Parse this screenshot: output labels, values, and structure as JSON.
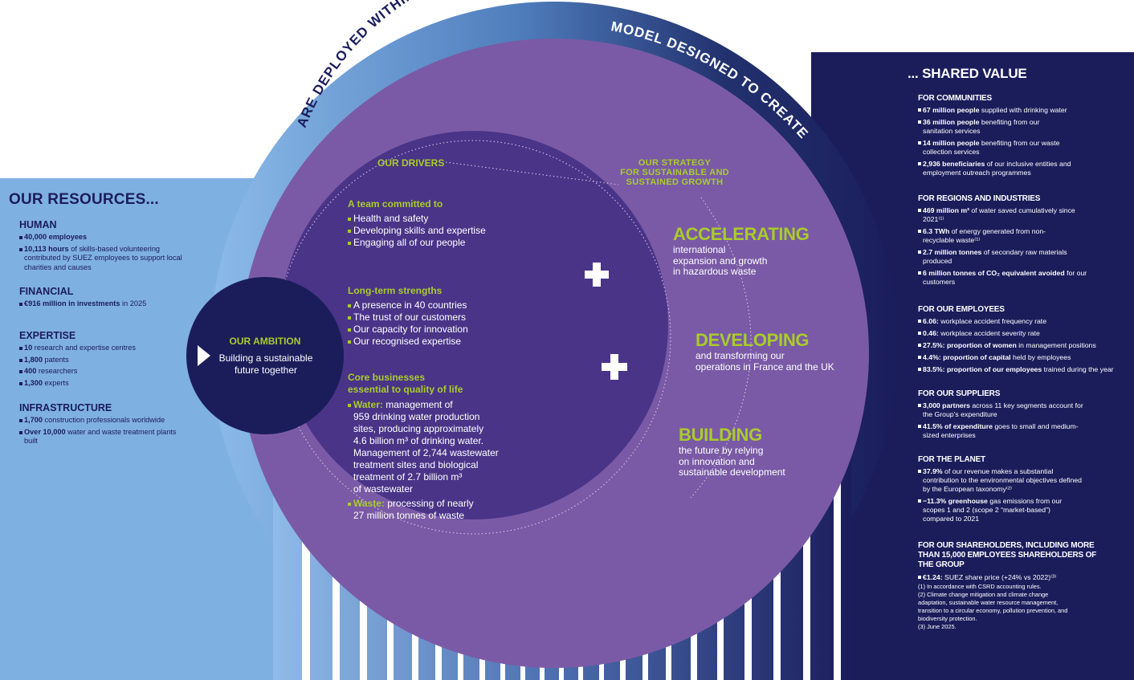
{
  "colors": {
    "light_blue": "#7fb0e2",
    "navy": "#1b1d5b",
    "purple_outer": "#7a5aa6",
    "purple_inner": "#4a3488",
    "lime": "#a9cc2a"
  },
  "arc_text": {
    "left": "ARE DEPLOYED WITHIN A...",
    "right": "MODEL DESIGNED TO CREATE..."
  },
  "resources": {
    "title": "OUR RESOURCES...",
    "human": {
      "title": "HUMAN",
      "items": [
        {
          "bold": "40,000 employees",
          "text": ""
        },
        {
          "bold": "10,113 hours",
          "text": " of skills-based volunteering contributed by SUEZ employees to support local charities and causes"
        }
      ]
    },
    "financial": {
      "title": "FINANCIAL",
      "items": [
        {
          "bold": "€916 million in investments",
          "text": " in 2025"
        }
      ]
    },
    "expertise": {
      "title": "EXPERTISE",
      "items": [
        {
          "bold": "10",
          "text": " research and expertise centres"
        },
        {
          "bold": "1,800",
          "text": " patents"
        },
        {
          "bold": "400",
          "text": " researchers"
        },
        {
          "bold": "1,300",
          "text": " experts"
        }
      ]
    },
    "infrastructure": {
      "title": "INFRASTRUCTURE",
      "items": [
        {
          "bold": "1,700",
          "text": " construction professionals worldwide"
        },
        {
          "bold": "Over 10,000",
          "text": " water and waste treatment plants built"
        }
      ]
    }
  },
  "ambition": {
    "title": "OUR AMBITION",
    "text": "Building a sustainable future together"
  },
  "drivers": {
    "title": "OUR DRIVERS",
    "team": {
      "heading": "A team committed to",
      "items": [
        "Health and safety",
        "Developing skills and expertise",
        "Engaging all of our people"
      ]
    },
    "strengths": {
      "heading": "Long-term strengths",
      "items": [
        "A presence in 40 countries",
        "The trust of our customers",
        "Our capacity for innovation",
        "Our recognised expertise"
      ]
    },
    "core": {
      "heading_line1": "Core businesses",
      "heading_line2": "essential to quality of life",
      "water_label": "Water:",
      "water_text_1": " management of",
      "water_lines": [
        "959 drinking water production",
        "sites, producing approximately",
        "4.6 billion m³ of drinking water.",
        "Management of 2,744 wastewater",
        "treatment sites and biological",
        "treatment of 2.7 billion m³",
        "of wastewater"
      ],
      "waste_label": "Waste:",
      "waste_text_1": " processing of nearly",
      "waste_lines": [
        "27 million tonnes of waste"
      ]
    }
  },
  "strategy": {
    "title_lines": [
      "OUR STRATEGY",
      "FOR SUSTAINABLE AND",
      "SUSTAINED GROWTH"
    ],
    "accelerating": {
      "title": "ACCELERATING",
      "lines": [
        "international",
        "expansion and growth",
        "in hazardous waste"
      ]
    },
    "developing": {
      "title": "DEVELOPING",
      "lines": [
        "and transforming our",
        "operations in France and the UK"
      ]
    },
    "building": {
      "title": "BUILDING",
      "lines": [
        "the future by relying",
        "on innovation and",
        "sustainable development"
      ]
    }
  },
  "shared_value": {
    "title": "... SHARED VALUE",
    "communities": {
      "title": "FOR COMMUNITIES",
      "items": [
        {
          "bold": "67 million people",
          "text": " supplied with drinking water"
        },
        {
          "bold": "36 million people",
          "text": " benefiting from our sanitation services"
        },
        {
          "bold": "14 million people",
          "text": " benefiting from our waste collection services"
        },
        {
          "bold": "2,936 beneficiaries",
          "text": " of our inclusive entities and employment outreach programmes"
        }
      ]
    },
    "regions": {
      "title": "FOR REGIONS AND INDUSTRIES",
      "items": [
        {
          "bold": "469 million m³",
          "text": " of water saved cumulatively since 2021⁽¹⁾"
        },
        {
          "bold": "6.3 TWh",
          "text": " of energy generated from non-recyclable waste⁽¹⁾"
        },
        {
          "bold": "2.7 million tonnes",
          "text": " of secondary raw materials produced"
        },
        {
          "bold": "6 million tonnes of CO₂ equivalent avoided",
          "text": " for our customers"
        }
      ]
    },
    "employees": {
      "title": "FOR OUR EMPLOYEES",
      "items": [
        {
          "bold": "6.06:",
          "text": " workplace accident frequency rate"
        },
        {
          "bold": "0.46:",
          "text": " workplace accident severity rate"
        },
        {
          "bold": "27.5%: proportion of women",
          "text": " in management positions"
        },
        {
          "bold": "4.4%: proportion of capital",
          "text": " held by employees"
        },
        {
          "bold": "83.5%: proportion of our employees",
          "text": " trained during the year"
        }
      ]
    },
    "suppliers": {
      "title": "FOR OUR SUPPLIERS",
      "items": [
        {
          "bold": "3,000 partners",
          "text": " across 11 key segments account for the Group’s expenditure"
        },
        {
          "bold": "41.5% of expenditure",
          "text": " goes to small and medium-sized enterprises"
        }
      ]
    },
    "planet": {
      "title": "FOR THE PLANET",
      "items": [
        {
          "bold": "37.9%",
          "text": " of our revenue makes a substantial contribution to the environmental objectives defined by the European taxonomy⁽²⁾"
        },
        {
          "bold": "−11.3% greenhouse",
          "text": " gas emissions from our scopes 1 and 2 (scope 2 “market-based”) compared to 2021"
        }
      ]
    },
    "shareholders": {
      "title": "FOR OUR SHAREHOLDERS, INCLUDING MORE THAN 15,000 EMPLOYEES SHAREHOLDERS OF THE GROUP",
      "items": [
        {
          "bold": "€1.24:",
          "text": " SUEZ share price (+24% vs 2022)⁽³⁾"
        }
      ]
    },
    "footnotes": [
      "(1) In accordance with CSRD accounting rules.",
      "(2) Climate change mitigation and climate change adaptation, sustainable water resource management, transition to a circular economy, pollution prevention, and biodiversity protection.",
      "(3) June 2025."
    ]
  }
}
